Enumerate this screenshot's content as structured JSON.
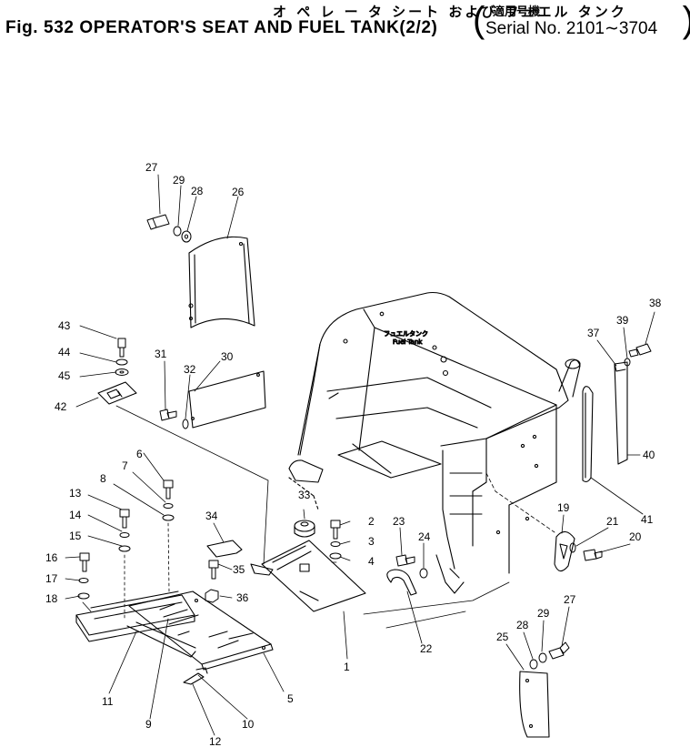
{
  "header": {
    "jp_title": "オ ペ レ ー タ シート および フュエル タンク",
    "title": "Fig. 532 OPERATOR'S SEAT AND FUEL TANK(2/2)",
    "serial_jp": "適用号機",
    "serial": "Serial No. 2101∼3704"
  },
  "tank_labels": {
    "jp": "フュエルタンク",
    "en": "Fuel Tank"
  },
  "callouts": [
    "1",
    "2",
    "3",
    "4",
    "5",
    "6",
    "7",
    "8",
    "9",
    "10",
    "11",
    "12",
    "13",
    "14",
    "15",
    "16",
    "17",
    "18",
    "19",
    "20",
    "21",
    "22",
    "23",
    "24",
    "25",
    "26",
    "27",
    "28",
    "29",
    "30",
    "31",
    "32",
    "33",
    "34",
    "35",
    "36",
    "37",
    "38",
    "39",
    "40",
    "41",
    "42",
    "43",
    "44",
    "45",
    "27",
    "28",
    "29"
  ]
}
